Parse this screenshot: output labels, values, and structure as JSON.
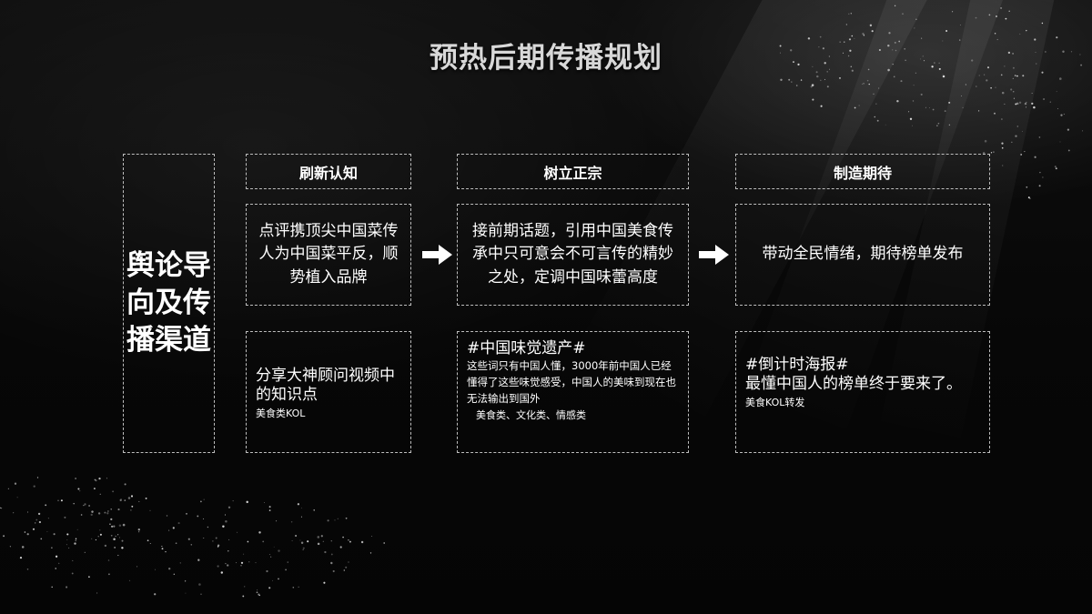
{
  "title": "预热后期传播规划",
  "left_label": "舆论导向及传播渠道",
  "columns": [
    {
      "header": "刷新认知",
      "middle": "点评携顶尖中国菜传人为中国菜平反，顺势植入品牌",
      "bottom": {
        "hashtag": "",
        "main": "分享大神顾问视频中的知识点",
        "body": "",
        "tags": "美食类KOL"
      }
    },
    {
      "header": "树立正宗",
      "middle": "接前期话题，引用中国美食传承中只可意会不可言传的精妙之处，定调中国味蕾高度",
      "bottom": {
        "hashtag": "#中国味觉遗产#",
        "main": "",
        "body": "这些词只有中国人懂，3000年前中国人已经懂得了这些味觉感受，中国人的美味到现在也无法输出到国外",
        "tags": "美食类、文化类、情感类"
      }
    },
    {
      "header": "制造期待",
      "middle": "带动全民情绪，期待榜单发布",
      "bottom": {
        "hashtag": "#倒计时海报#",
        "main": "最懂中国人的榜单终于要来了。",
        "body": "",
        "tags": "美食KOL转发"
      }
    }
  ],
  "icons": {
    "arrow": "right-arrow-icon"
  },
  "colors": {
    "background": "#050505",
    "border": "#bdbdbd",
    "text": "#ffffff"
  }
}
